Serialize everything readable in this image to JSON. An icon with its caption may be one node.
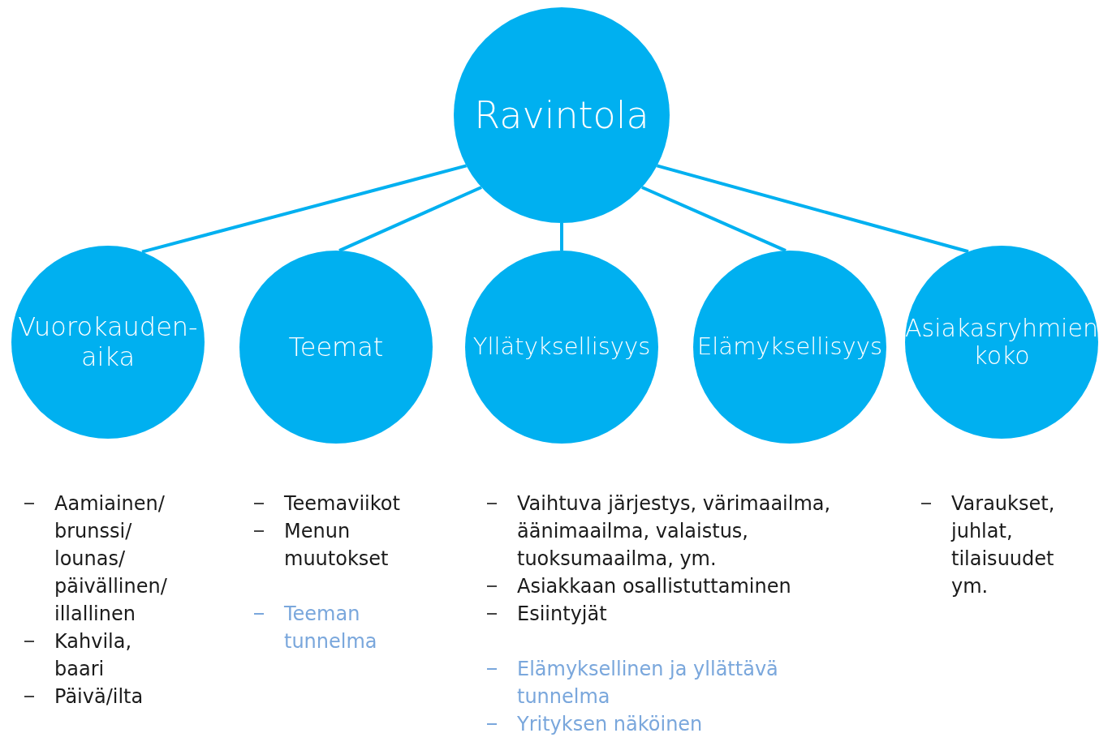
{
  "diagram": {
    "nodes": [
      {
        "text": [
          "Ravintola"
        ]
      },
      {
        "text": [
          "Vuorokauden- aika"
        ],
        "beside": [
          "Aamiainen/ brunssi/ lounas/ päivällinen/ illallinen",
          "Kahvila, baari",
          "Päivä/ilta"
        ]
      },
      {
        "text": [
          "Teemat"
        ],
        "beside": [
          "Teemaviikot",
          "Menun muutokset",
          "Teeman tunnelma"
        ]
      },
      {
        "text": [
          "Yllätyksellisyys"
        ],
        "beside": [
          "Vaihtuva järjestys, värimaailma, äänimaailma, valaistus, tuoksumaailma, ym.",
          "Asiakkaan osallistuttaminen",
          "Esiintyjät",
          "Elämyksellinen ja yllättävä tunnelma",
          "Yrityksen näköinen"
        ]
      },
      {
        "text": [
          "Elämyksellisyys"
        ]
      },
      {
        "text": [
          "Asiakasryhmien koko"
        ],
        "beside": [
          "Varaukset, juhlat, tilaisuudet ym."
        ]
      }
    ],
    "edges": [
      {
        "from": 0,
        "to": 1,
        "arrow": "none"
      },
      {
        "from": 0,
        "to": 2,
        "arrow": "none"
      },
      {
        "from": 0,
        "to": 3,
        "arrow": "none"
      },
      {
        "from": 0,
        "to": 4,
        "arrow": "none"
      },
      {
        "from": 0,
        "to": 5,
        "arrow": "none"
      }
    ]
  }
}
